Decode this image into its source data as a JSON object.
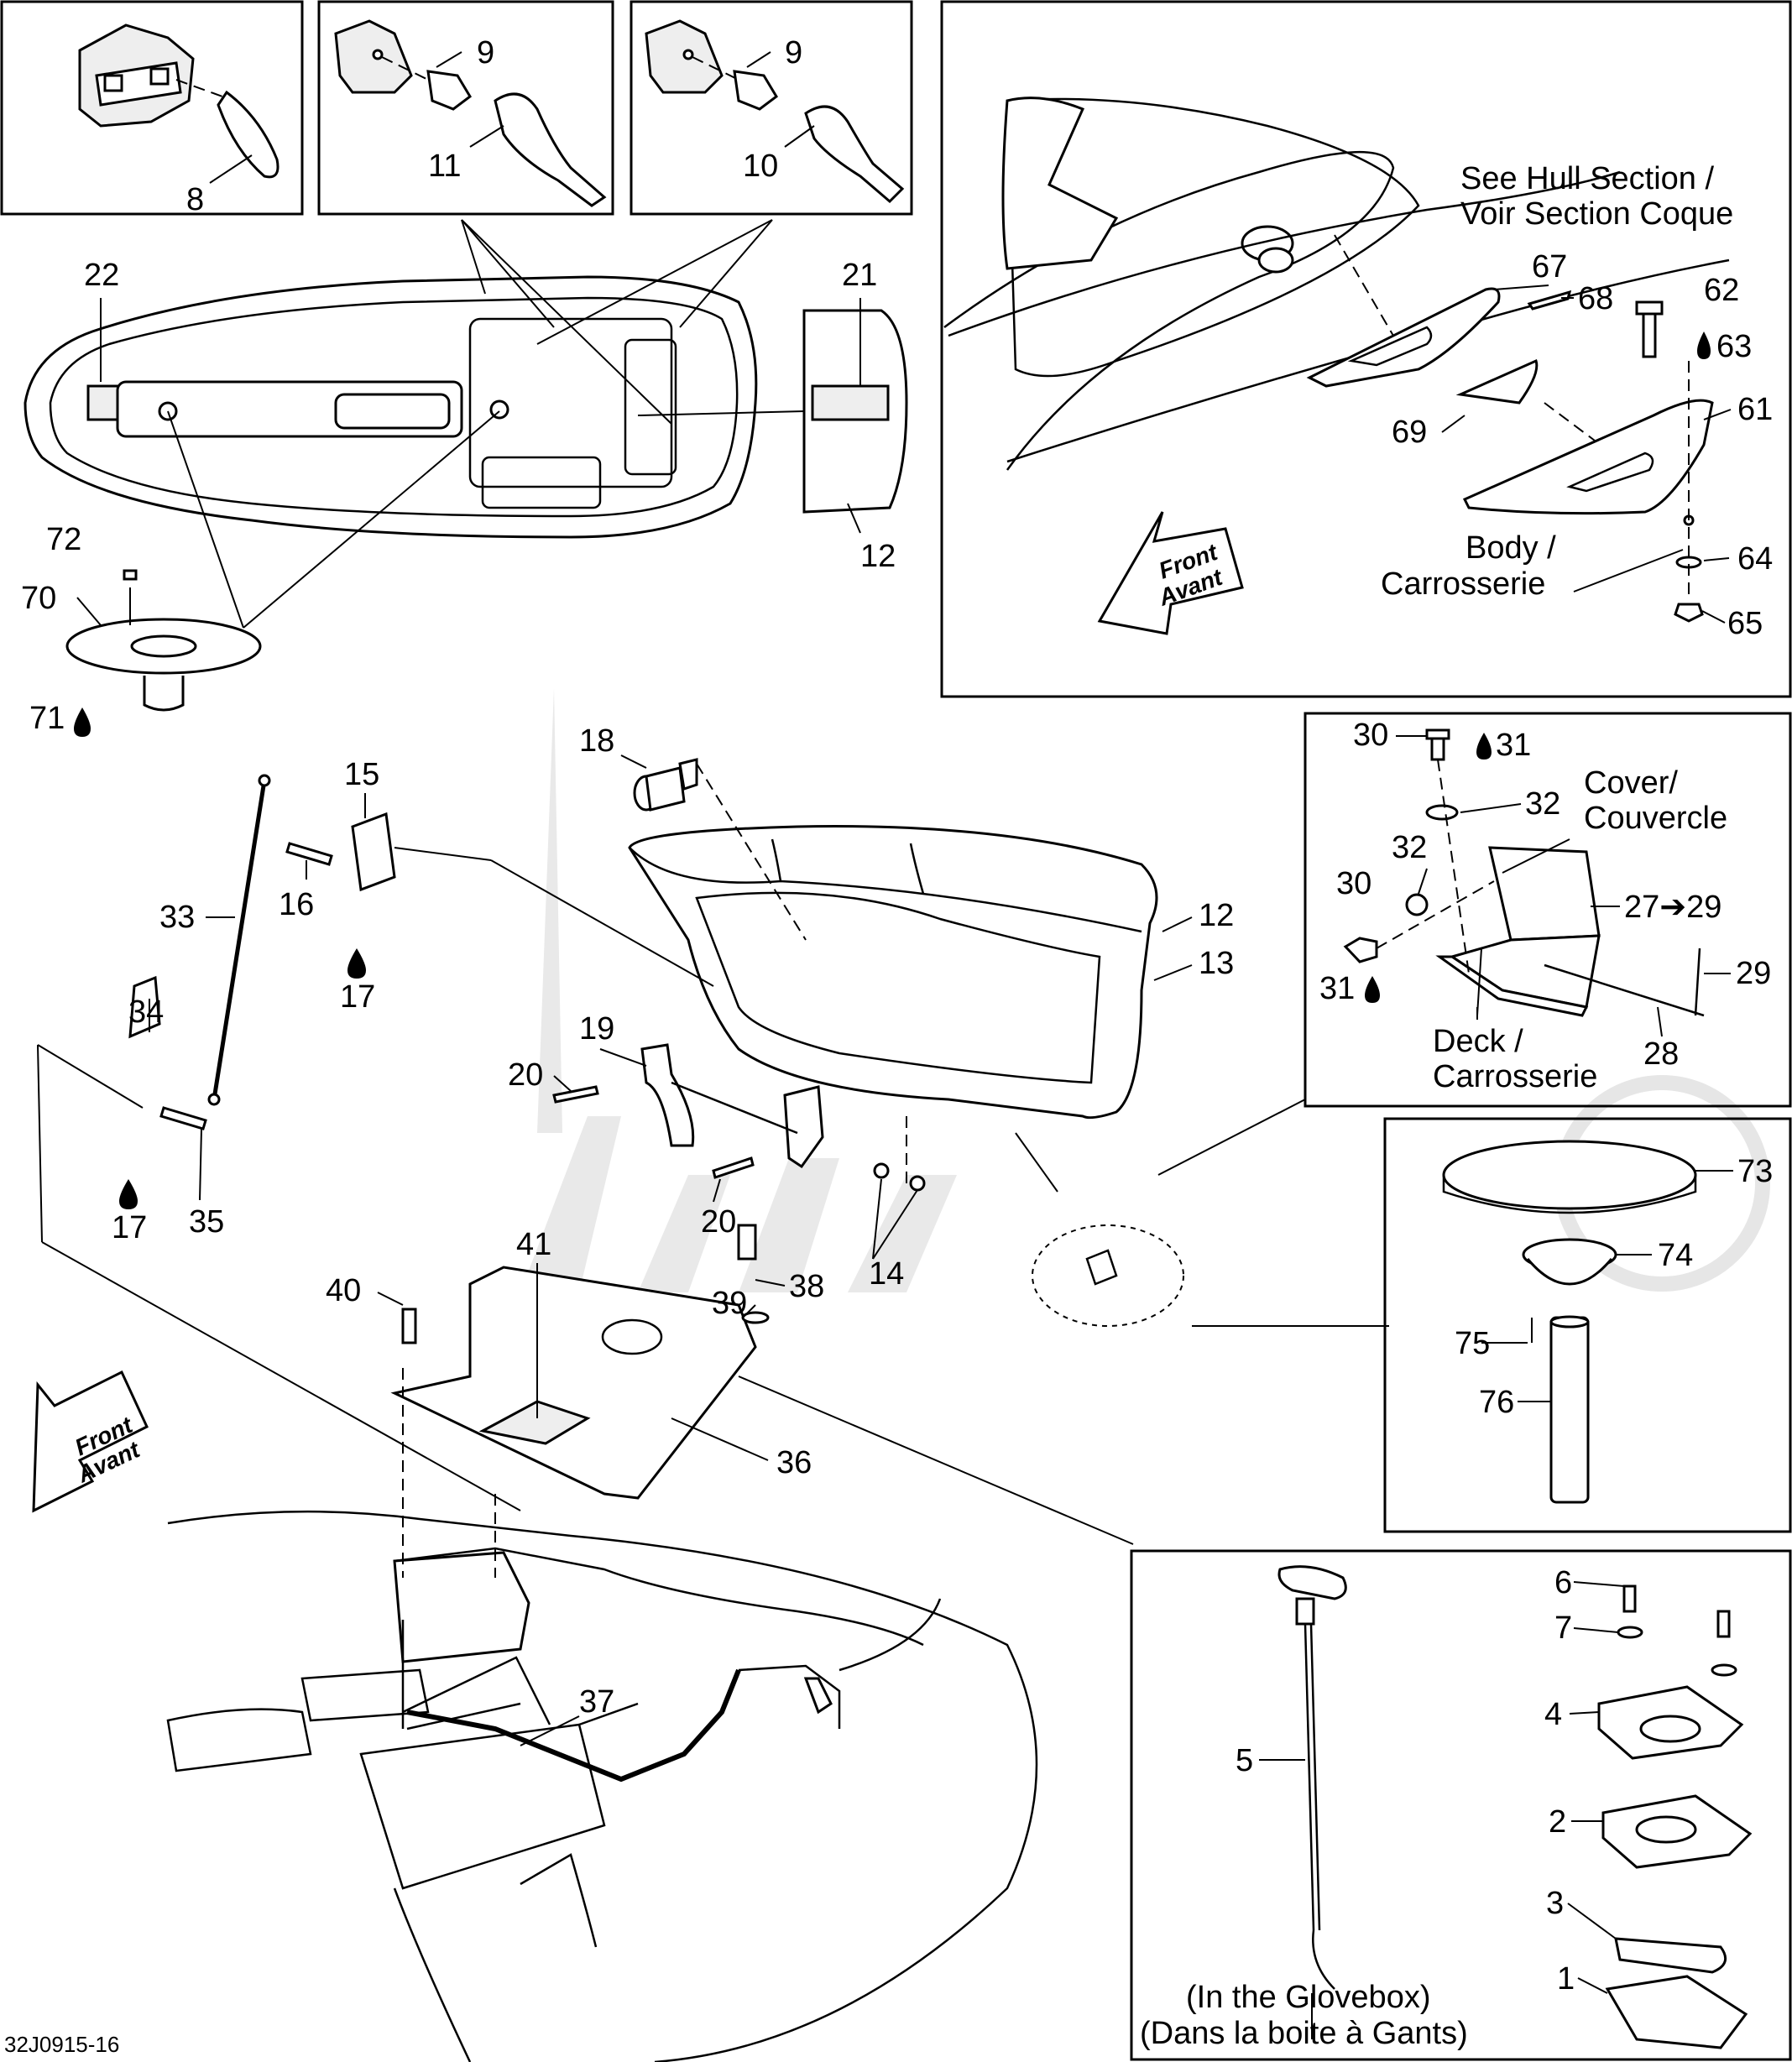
{
  "diagram_code": "32J0915-16",
  "labels": {
    "l1": "1",
    "l2": "2",
    "l3": "3",
    "l4": "4",
    "l5": "5",
    "l6": "6",
    "l7": "7",
    "l8": "8",
    "l9a": "9",
    "l9b": "9",
    "l10": "10",
    "l11": "11",
    "l12a": "12",
    "l12b": "12",
    "l13": "13",
    "l14": "14",
    "l15": "15",
    "l16": "16",
    "l17a": "17",
    "l17b": "17",
    "l18": "18",
    "l19": "19",
    "l20a": "20",
    "l20b": "20",
    "l21": "21",
    "l22": "22",
    "l27": "27➔29",
    "l28": "28",
    "l29": "29",
    "l30a": "30",
    "l30b": "30",
    "l31a": "31",
    "l31b": "31",
    "l32a": "32",
    "l32b": "32",
    "l33": "33",
    "l34": "34",
    "l35": "35",
    "l36": "36",
    "l37": "37",
    "l38": "38",
    "l39": "39",
    "l40": "40",
    "l41": "41",
    "l61": "61",
    "l62": "62",
    "l63": "63",
    "l64": "64",
    "l65": "65",
    "l67": "67",
    "l68": "68",
    "l69": "69",
    "l70": "70",
    "l71": "71",
    "l72": "72",
    "l73": "73",
    "l74": "74",
    "l75": "75",
    "l76": "76"
  },
  "notes": {
    "hull_line1": "See Hull Section /",
    "hull_line2": "Voir Section Coque",
    "body_line1": "Body /",
    "body_line2": "Carrosserie",
    "cover_line1": "Cover/",
    "cover_line2": "Couvercle",
    "deck_line1": "Deck /",
    "deck_line2": "Carrosserie",
    "glove_line1": "(In the Glovebox)",
    "glove_line2": "(Dans la boite à Gants)"
  },
  "front_arrows": [
    {
      "line1": "Front",
      "line2": "Avant"
    },
    {
      "line1": "Front",
      "line2": "Avant"
    }
  ]
}
